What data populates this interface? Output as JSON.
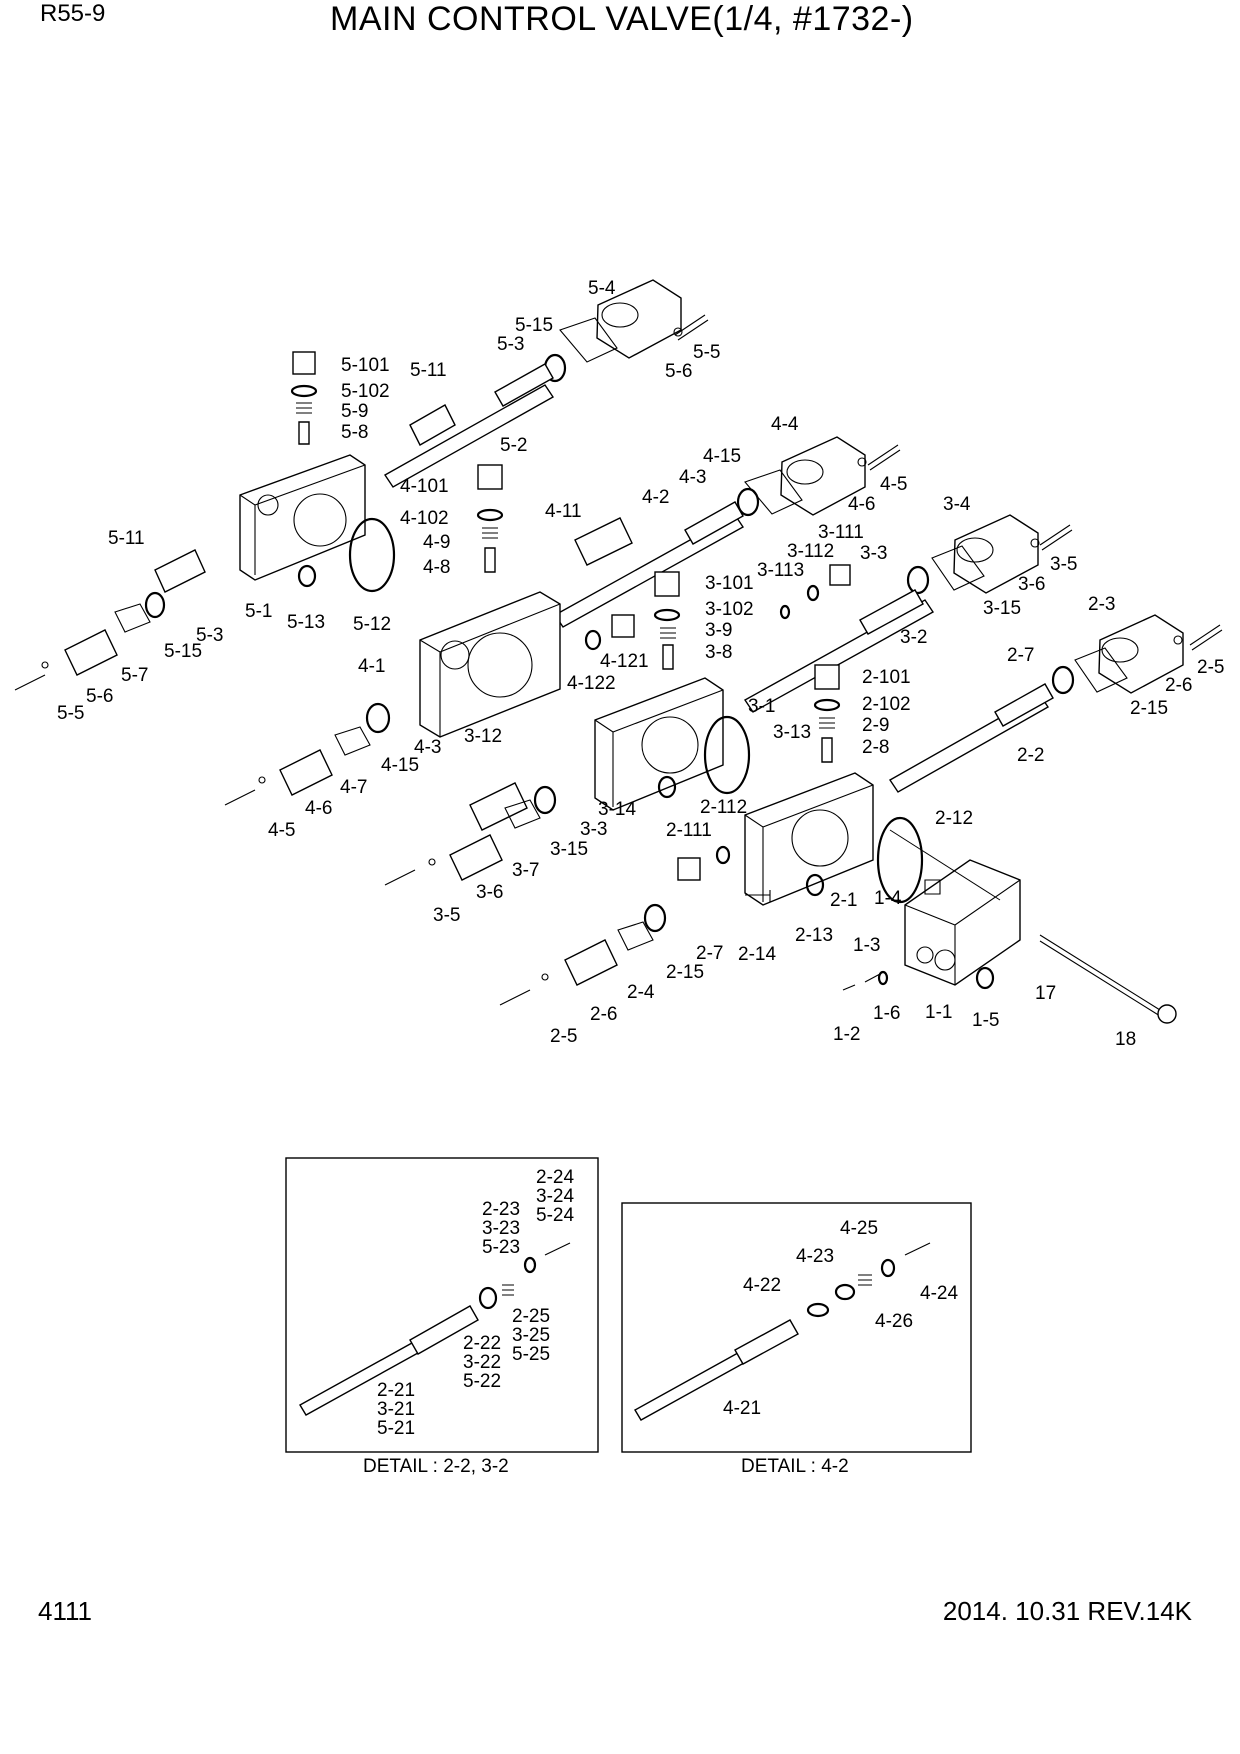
{
  "header": {
    "model": "R55-9",
    "title": "MAIN CONTROL VALVE(1/4, #1732-)"
  },
  "footer": {
    "page_number": "4111",
    "date_revision": "2014. 10.31  REV.14K"
  },
  "callouts": {
    "c5_4": "5-4",
    "c5_15": "5-15",
    "c5_3a": "5-3",
    "c5_6a": "5-6",
    "c5_5a": "5-5",
    "c5_101": "5-101",
    "c5_11a": "5-11",
    "c5_102": "5-102",
    "c5_9": "5-9",
    "c5_8": "5-8",
    "c5_2": "5-2",
    "c5_11b": "5-11",
    "c5_1": "5-1",
    "c5_13": "5-13",
    "c5_12": "5-12",
    "c5_3b": "5-3",
    "c5_15b": "5-15",
    "c5_7": "5-7",
    "c5_6b": "5-6",
    "c5_5b": "5-5",
    "c4_4": "4-4",
    "c4_15a": "4-15",
    "c4_3a": "4-3",
    "c4_6a": "4-6",
    "c4_5a": "4-5",
    "c4_2": "4-2",
    "c4_101": "4-101",
    "c4_102": "4-102",
    "c4_9": "4-9",
    "c4_8": "4-8",
    "c4_11": "4-11",
    "c4_1": "4-1",
    "c4_121": "4-121",
    "c4_122": "4-122",
    "c4_3b": "4-3",
    "c4_15b": "4-15",
    "c4_7": "4-7",
    "c4_6b": "4-6",
    "c4_5b": "4-5",
    "c3_4": "3-4",
    "c3_111": "3-111",
    "c3_112": "3-112",
    "c3_113": "3-113",
    "c3_3a": "3-3",
    "c3_6a": "3-6",
    "c3_5a": "3-5",
    "c3_15a": "3-15",
    "c3_101": "3-101",
    "c3_102": "3-102",
    "c3_9": "3-9",
    "c3_8": "3-8",
    "c3_2": "3-2",
    "c3_1": "3-1",
    "c3_13": "3-13",
    "c3_12": "3-12",
    "c3_14": "3-14",
    "c3_3b": "3-3",
    "c3_15b": "3-15",
    "c3_7": "3-7",
    "c3_6b": "3-6",
    "c3_5b": "3-5",
    "c2_3": "2-3",
    "c2_7a": "2-7",
    "c2_6a": "2-6",
    "c2_5a": "2-5",
    "c2_15a": "2-15",
    "c2_101": "2-101",
    "c2_102": "2-102",
    "c2_9": "2-9",
    "c2_8": "2-8",
    "c2_2": "2-2",
    "c2_112": "2-112",
    "c2_111": "2-111",
    "c2_12": "2-12",
    "c2_1": "2-1",
    "c2_13": "2-13",
    "c2_14": "2-14",
    "c2_7b": "2-7",
    "c2_15b": "2-15",
    "c2_4": "2-4",
    "c2_6b": "2-6",
    "c2_5b": "2-5",
    "c1_4": "1-4",
    "c1_3": "1-3",
    "c1_6": "1-6",
    "c1_1": "1-1",
    "c1_5": "1-5",
    "c1_2": "1-2",
    "c17": "17",
    "c18": "18"
  },
  "detail_left": {
    "caption": "DETAIL : 2-2, 3-2",
    "lbl_24": [
      "2-24",
      "3-24",
      "5-24"
    ],
    "lbl_23": [
      "2-23",
      "3-23",
      "5-23"
    ],
    "lbl_25": [
      "2-25",
      "3-25",
      "5-25"
    ],
    "lbl_22": [
      "2-22",
      "3-22",
      "5-22"
    ],
    "lbl_21": [
      "2-21",
      "3-21",
      "5-21"
    ]
  },
  "detail_right": {
    "caption": "DETAIL : 4-2",
    "lbl_25": "4-25",
    "lbl_23": "4-23",
    "lbl_24": "4-24",
    "lbl_22": "4-22",
    "lbl_26": "4-26",
    "lbl_21": "4-21"
  }
}
